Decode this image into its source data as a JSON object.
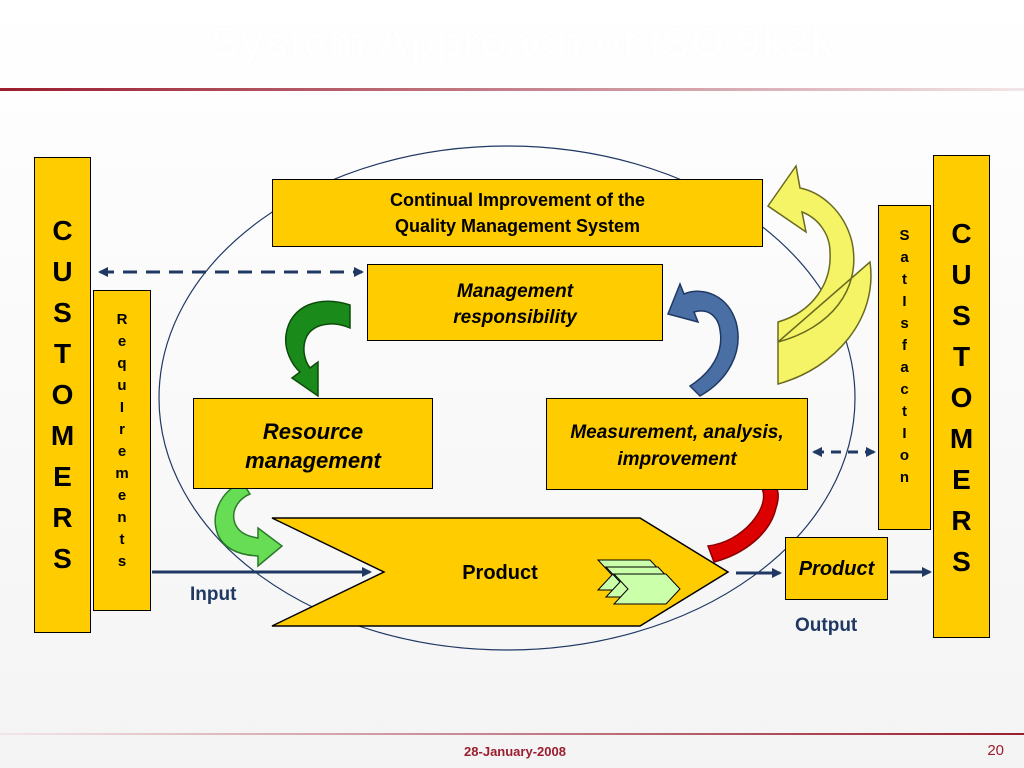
{
  "title": "System Approach of ISO 9k2k",
  "left_customers": [
    "C",
    "U",
    "S",
    "T",
    "O",
    "M",
    "E",
    "R",
    "S"
  ],
  "requirements": [
    "R",
    "e",
    "q",
    "u",
    "I",
    "r",
    "e",
    "m",
    "e",
    "n",
    "t",
    "s"
  ],
  "right_customers": [
    "C",
    "U",
    "S",
    "T",
    "O",
    "M",
    "E",
    "R",
    "S"
  ],
  "satisfaction": [
    "S",
    "a",
    "t",
    "I",
    "s",
    "f",
    "a",
    "c",
    "t",
    "I",
    "o",
    "n"
  ],
  "boxes": {
    "continual_line1": "Continual Improvement of the",
    "continual_line2": "Quality Management System",
    "management_line1": "Management",
    "management_line2": "responsibility",
    "resource_line1": "Resource",
    "resource_line2": "management",
    "measurement_line1": "Measurement, analysis,",
    "measurement_line2": "improvement",
    "product_center": "Product",
    "product_out": "Product"
  },
  "labels": {
    "input": "Input",
    "output": "Output"
  },
  "footer": {
    "date": "28-January-2008",
    "page": "20"
  },
  "colors": {
    "box_fill": "#ffcc00",
    "arrow_navy": "#1f3864",
    "accent_maroon": "#9b1d2e",
    "green_dark": "#1a8a1a",
    "green_light": "#66dd55",
    "blue": "#4a6fa5",
    "red": "#cc0000",
    "yellow_pale": "#f4f466"
  }
}
